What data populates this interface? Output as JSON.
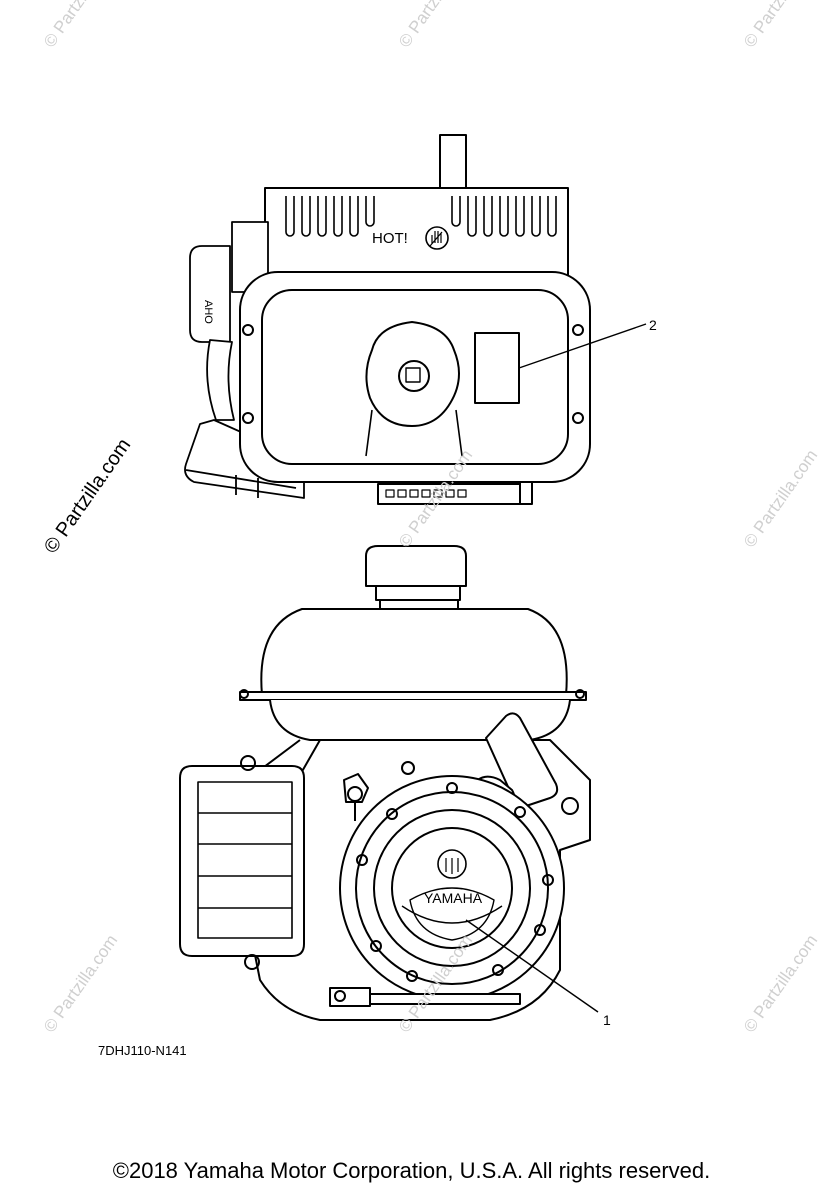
{
  "callouts": {
    "one": "1",
    "two": "2"
  },
  "label_text": {
    "hot": "HOT!",
    "brand": "YAMAHA",
    "side_mark": "AHO"
  },
  "watermark": "© Partzilla.com",
  "diagram_code": "7DHJ110-N141",
  "copyright": "©2018  Yamaha Motor Corporation, U.S.A. All rights reserved."
}
